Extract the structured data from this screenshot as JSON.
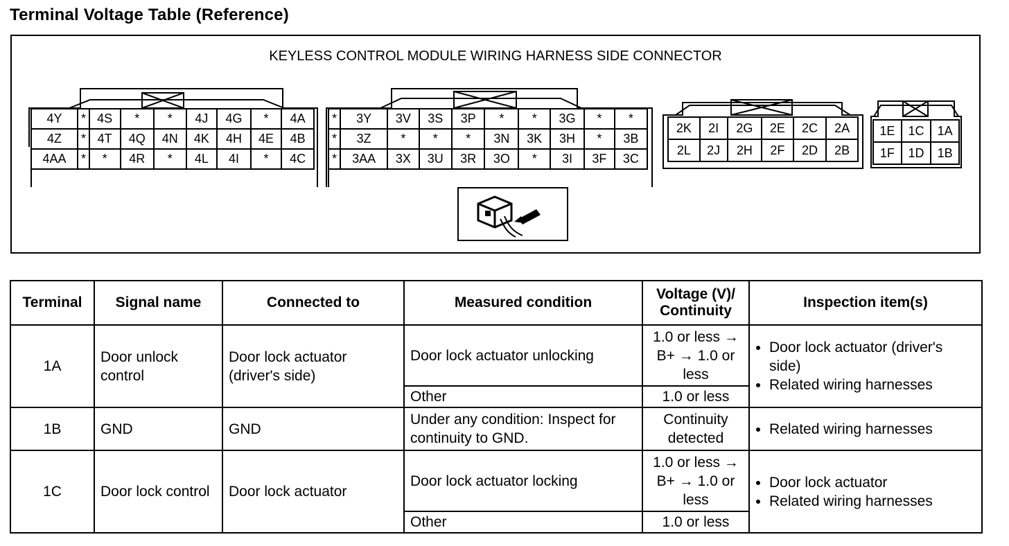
{
  "title": "Terminal Voltage Table (Reference)",
  "diagram": {
    "caption": "KEYLESS CONTROL MODULE WIRING HARNESS SIDE CONNECTOR",
    "connector4": {
      "rows": [
        [
          "4Y",
          "*",
          "4S",
          "*",
          "*",
          "4J",
          "4G",
          "*",
          "4A"
        ],
        [
          "4Z",
          "*",
          "4T",
          "4Q",
          "4N",
          "4K",
          "4H",
          "4E",
          "4B"
        ],
        [
          "4AA",
          "*",
          "*",
          "4R",
          "*",
          "4L",
          "4I",
          "*",
          "4C"
        ]
      ]
    },
    "connector3": {
      "rows": [
        [
          "*",
          "3Y",
          "3V",
          "3S",
          "3P",
          "*",
          "*",
          "3G",
          "*",
          "*"
        ],
        [
          "*",
          "3Z",
          "*",
          "*",
          "*",
          "3N",
          "3K",
          "3H",
          "*",
          "3B"
        ],
        [
          "*",
          "3AA",
          "3X",
          "3U",
          "3R",
          "3O",
          "*",
          "3I",
          "3F",
          "3C"
        ]
      ]
    },
    "connector2": {
      "rows": [
        [
          "2K",
          "2I",
          "2G",
          "2E",
          "2C",
          "2A"
        ],
        [
          "2L",
          "2J",
          "2H",
          "2F",
          "2D",
          "2B"
        ]
      ]
    },
    "connector1": {
      "rows": [
        [
          "1E",
          "1C",
          "1A"
        ],
        [
          "1F",
          "1D",
          "1B"
        ]
      ]
    }
  },
  "table": {
    "headers": {
      "terminal": "Terminal",
      "signal": "Signal name",
      "connected": "Connected to",
      "condition": "Measured condition",
      "voltage_line1": "Voltage (V)/",
      "voltage_line2": "Continuity",
      "inspection": "Inspection item(s)"
    },
    "rows": [
      {
        "terminal": "1A",
        "signal": "Door unlock control",
        "connected": "Door lock actuator (driver's side)",
        "cond1": "Door lock actuator unlocking",
        "volt1": "1.0 or less → B+ → 1.0 or less",
        "cond2": "Other",
        "volt2": "1.0 or less",
        "inspection": [
          "Door lock actuator (driver's side)",
          "Related wiring harnesses"
        ]
      },
      {
        "terminal": "1B",
        "signal": "GND",
        "connected": "GND",
        "cond1": "Under any condition: Inspect for continuity to GND.",
        "volt1": "Continuity detected",
        "inspection": [
          "Related wiring harnesses"
        ]
      },
      {
        "terminal": "1C",
        "signal": "Door lock control",
        "connected": "Door lock actuator",
        "cond1": "Door lock actuator locking",
        "volt1": "1.0 or less → B+ → 1.0 or less",
        "cond2": "Other",
        "volt2": "1.0 or less",
        "inspection": [
          "Door lock actuator",
          "Related wiring harnesses"
        ]
      }
    ]
  }
}
